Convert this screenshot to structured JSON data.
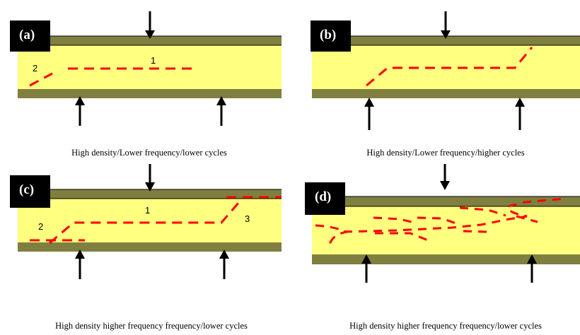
{
  "figure": {
    "colors": {
      "core": "#ffff80",
      "skin": "#7f7f40",
      "crack": "#ff0000",
      "arrow": "#000000",
      "label_bg": "#000000",
      "label_text": "#ffffff"
    },
    "panels": [
      {
        "id": "a",
        "label": "(a)",
        "caption": "High density/Lower frequency/lower cycles",
        "region_numbers": [
          "1",
          "2"
        ]
      },
      {
        "id": "b",
        "label": "(b)",
        "caption": "High density/Lower frequency/higher cycles",
        "region_numbers": []
      },
      {
        "id": "c",
        "label": "(c)",
        "caption": "High density higher frequency frequency/lower cycles",
        "region_numbers": [
          "1",
          "2",
          "3"
        ]
      },
      {
        "id": "d",
        "label": "(d)",
        "caption": "High density higher frequency frequency/lower cycles",
        "region_numbers": []
      }
    ]
  }
}
